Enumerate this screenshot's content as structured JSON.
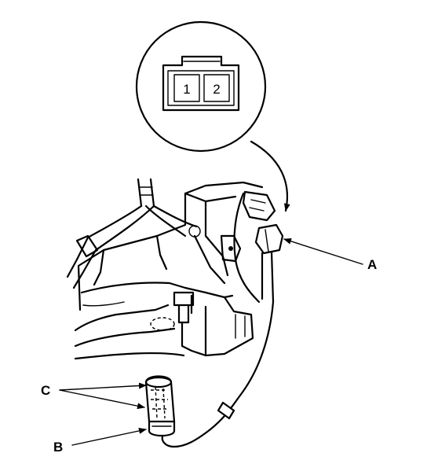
{
  "connector_inset": {
    "pin_1": "1",
    "pin_2": "2"
  },
  "callouts": {
    "a": "A",
    "b": "B",
    "c": "C"
  }
}
